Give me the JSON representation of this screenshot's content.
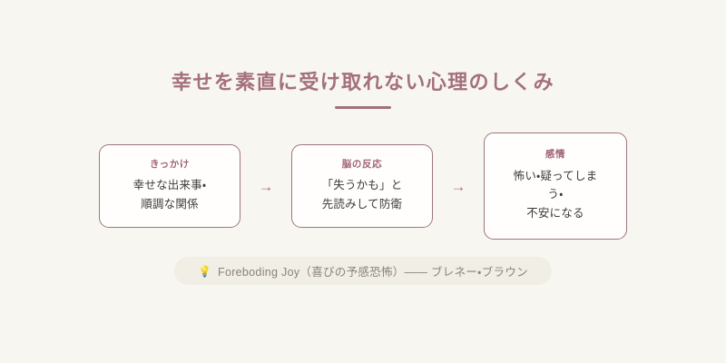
{
  "page": {
    "background_color": "#f8f6f1",
    "accent_color": "#a4707e",
    "card_border_color": "#9d7582",
    "body_text_color": "#3d3a3a",
    "footer_text_color": "#8a8279",
    "footer_pill_color": "#f1eee6"
  },
  "header": {
    "title": "幸せを素直に受け取れない心理のしくみ"
  },
  "flow": {
    "arrow_glyph": "→",
    "steps": [
      {
        "heading": "きっかけ",
        "body_lines": [
          "幸せな出来事・",
          "順調な関係"
        ]
      },
      {
        "heading": "脳の反応",
        "body_lines": [
          "「失うかも」と",
          "先読みして防衛"
        ]
      },
      {
        "heading": "感情",
        "body_lines": [
          "怖い・疑ってしま",
          "う・",
          "不安になる"
        ]
      }
    ]
  },
  "footer": {
    "icon": "light-bulb-icon",
    "icon_glyph": "💡",
    "text": "Foreboding Joy（喜びの予感恐怖）—— ブレネー・ブラウン"
  }
}
